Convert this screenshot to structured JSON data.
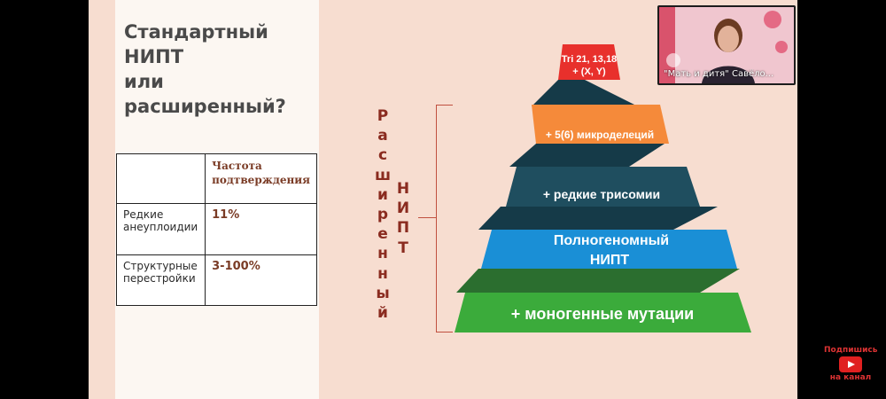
{
  "slide": {
    "title_line1": "Стандартный НИПТ",
    "title_line2": "или расширенный?",
    "table": {
      "header": [
        "",
        "Частота подтверждения"
      ],
      "rows": [
        {
          "label": "Редкие анеуплоидии",
          "value": "11%"
        },
        {
          "label": "Структурные перестройки",
          "value": "3-100%"
        }
      ]
    },
    "vertical_label_1": "Расширенный",
    "vertical_label_2": "НИПТ",
    "pyramid": {
      "level1_line1": "Tri 21, 13,18",
      "level1_line2": "+ (X, Y)",
      "level2": "+ 5(6) микроделеций",
      "level3": "+ редкие трисомии",
      "level4_line1": "Полногеномный",
      "level4_line2": "НИПТ",
      "level5": "+ моногенные мутации"
    },
    "colors": {
      "level1": "#e8302c",
      "level2": "#f58a3a",
      "level3": "#1f4e5f",
      "level4": "#1a8fd6",
      "level5": "#3bab3b"
    }
  },
  "webcam": {
    "caption": "\"Мать и дитя\" Савёло..."
  },
  "subscribe": {
    "line1": "Подпишись",
    "line2": "на канал"
  }
}
